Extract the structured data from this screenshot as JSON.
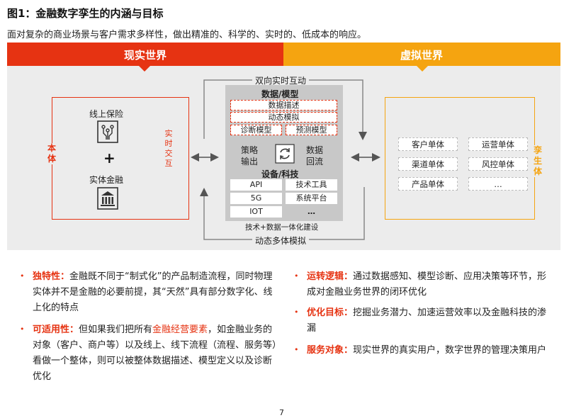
{
  "title": "图1：金融数字孪生的内涵与目标",
  "subtitle": "面对复杂的商业场景与客户需求多样性，做出精准的、科学的、实时的、低成本的响应。",
  "bands": {
    "real": "现实世界",
    "virtual": "虚拟世界"
  },
  "top_arrow_label": "双向实时互动",
  "bottom_arrow_label": "动态多体模拟",
  "real": {
    "side_label": "本体",
    "inner_label": "实时交互",
    "item1": "线上保险",
    "plus": "+",
    "item2": "实体金融"
  },
  "center": {
    "data_title": "数据/模型",
    "data_rows": [
      "数据描述",
      "动态模拟"
    ],
    "data_pair": [
      "诊断模型",
      "预测模型"
    ],
    "left_flow": [
      "策略",
      "输出"
    ],
    "right_flow": [
      "数据",
      "回流"
    ],
    "equip_title": "设备/科技",
    "equip_cells": [
      "API",
      "技术工具",
      "5G",
      "系统平台",
      "IOT",
      "…"
    ],
    "footer": "技术+数据一体化建设"
  },
  "virtual": {
    "side_label": "孪生体",
    "units": [
      "客户单体",
      "运营单体",
      "渠道单体",
      "风控单体",
      "产品单体",
      "…"
    ]
  },
  "bullets_left": [
    {
      "key": "独特性：",
      "text_a": "金融既不同于“制式化”的产品制造流程，同时物理实体并不是金融的必要前提，其“天然”具有部分数字化、线上化的特点"
    },
    {
      "key": "可适用性：",
      "text_a": "但如果我们把所有",
      "hl": "金融经营要素",
      "text_b": "，如金融业务的对象（客户、商户等）以及线上、线下流程（流程、服务等）看做一个整体，则可以被整体数据描述、模型定义以及诊断优化"
    }
  ],
  "bullets_right": [
    {
      "key": "运转逻辑：",
      "text_a": "通过数据感知、模型诊断、应用决策等环节，形成对金融业务世界的闭环优化"
    },
    {
      "key": "优化目标：",
      "text_a": "挖掘业务潜力、加速运营效率以及金融科技的渗漏"
    },
    {
      "key": "服务对象：",
      "text_a": "现实世界的真实用户，数字世界的管理决策用户"
    }
  ],
  "page_number": "7",
  "colors": {
    "red": "#e63312",
    "orange": "#f5a410",
    "panel": "#ececec",
    "center": "#c8c8c8"
  }
}
